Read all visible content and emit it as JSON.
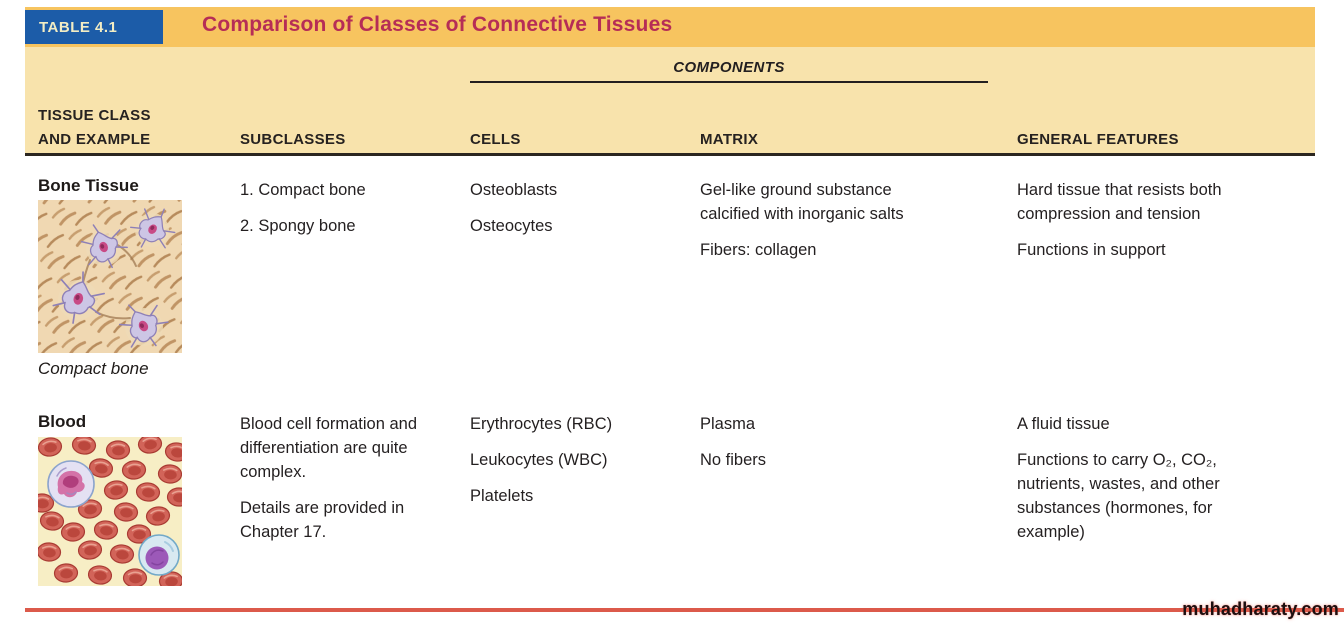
{
  "table_header": {
    "badge": "TABLE 4.1",
    "title": "Comparison of Classes of Connective Tissues"
  },
  "column_headers": {
    "components_group": "COMPONENTS",
    "tissue_class": "TISSUE CLASS\nAND EXAMPLE",
    "subclasses": "SUBCLASSES",
    "cells": "CELLS",
    "matrix": "MATRIX",
    "general_features": "GENERAL FEATURES"
  },
  "rows": [
    {
      "tissue_class": "Bone Tissue",
      "image": "compact-bone-micrograph",
      "image_caption": "Compact bone",
      "subclasses": [
        "1. Compact bone",
        "2. Spongy bone"
      ],
      "cells": [
        "Osteoblasts",
        "Osteocytes"
      ],
      "matrix": [
        "Gel-like ground substance calcified with inorganic salts",
        "Fibers: collagen"
      ],
      "general_features": [
        "Hard tissue that resists both compression and tension",
        "Functions in support"
      ]
    },
    {
      "tissue_class": "Blood",
      "image": "blood-smear-micrograph",
      "subclasses": [
        "Blood cell formation and differentiation are quite complex.",
        "Details are provided in Chapter 17."
      ],
      "cells": [
        "Erythrocytes (RBC)",
        "Leukocytes (WBC)",
        "Platelets"
      ],
      "matrix": [
        "Plasma",
        "No fibers"
      ],
      "general_features": [
        "A fluid tissue",
        "Functions to carry O₂, CO₂, nutrients, wastes, and other substances (hormones, for example)"
      ]
    }
  ],
  "footer": {
    "watermark": "muhadharaty.com"
  },
  "colors": {
    "header_bar": "#F7C45F",
    "badge_bg": "#1C5CA8",
    "badge_text": "#F2EDC4",
    "title_text": "#B62D56",
    "panel_bg": "#F8E3AC",
    "rule_black": "#2B2620",
    "rule_red": "#DC5A4B"
  }
}
